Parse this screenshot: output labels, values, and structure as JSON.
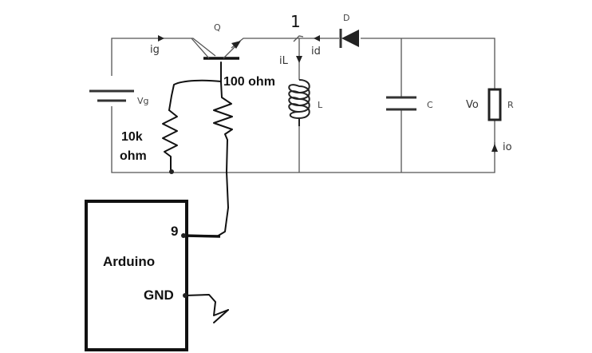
{
  "labels": {
    "transistor": "Q",
    "node": "1",
    "diode": "D",
    "source_current": "ig",
    "inductor_current": "iL",
    "diode_current": "id",
    "source": "Vg",
    "inductor": "L",
    "capacitor": "C",
    "output_voltage": "Vo",
    "resistor": "R",
    "output_current": "io",
    "base_resistor": "100 ohm",
    "bias_resistor_value": "10k",
    "bias_resistor_unit": "ohm",
    "arduino": "Arduino",
    "pin9": "9",
    "gnd": "GND"
  }
}
